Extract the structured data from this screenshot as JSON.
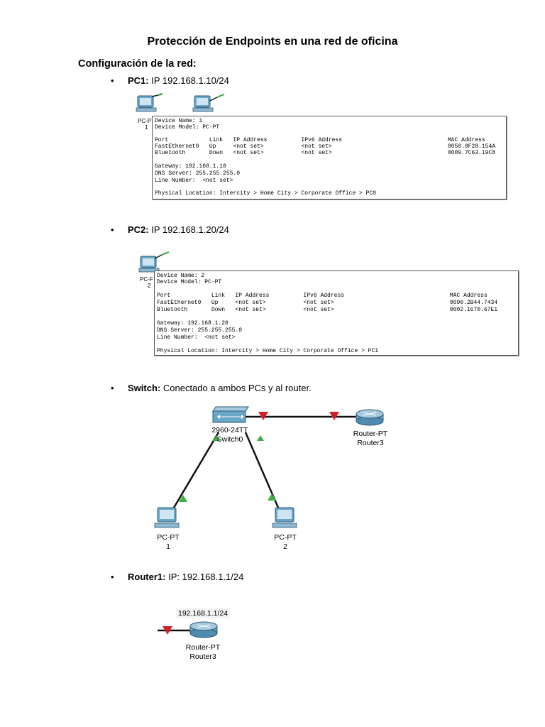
{
  "document": {
    "title": "Protección de Endpoints en una red de oficina",
    "section_heading": "Configuración de la red:"
  },
  "bullets": [
    {
      "label": "PC1:",
      "text": "IP 192.168.1.10/24"
    },
    {
      "label": "PC2:",
      "text": "IP 192.168.1.20/24"
    },
    {
      "label": "Switch:",
      "text": "Conectado a ambos PCs y al router."
    },
    {
      "label": "Router1:",
      "text": "IP: 192.168.1.1/24"
    }
  ],
  "pc1_panel": {
    "caption_a": "PC-PT",
    "caption_b": "1",
    "lines": [
      "Device Name: 1",
      "Device Model: PC-PT",
      "",
      "Port            Link   IP Address          IPv6 Address                               MAC Address",
      "FastEthernet0   Up     <not set>           <not set>                                  0050.0F28.154A",
      "Bluetooth       Down   <not set>           <not set>                                  0009.7C63.19C8",
      "",
      "Gateway: 192.168.1.10",
      "DNS Server: 255.255.255.0",
      "Line Number:  <not set>",
      "",
      "Physical Location: Intercity > Home City > Corporate Office > PC0"
    ]
  },
  "pc2_panel": {
    "caption_a": "PC-F",
    "caption_b": "2",
    "lines": [
      "Device Name: 2",
      "Device Model: PC-PT",
      "",
      "Port            Link   IP Address          IPv6 Address                               MAC Address",
      "FastEthernet0   Up     <not set>           <not set>                                  0090.2B44.7434",
      "Bluetooth       Down   <not set>           <not set>                                  0002.1670.67E1",
      "",
      "Gateway: 192.168.1.20",
      "DNS Server: 255.255.255.0",
      "Line Number:  <not set>",
      "",
      "Physical Location: Intercity > Home City > Corporate Office > PC1"
    ]
  },
  "topology": {
    "switch_model": "2960-24TT",
    "switch_name": "Switch0",
    "router_model": "Router-PT",
    "router_name": "Router3",
    "pc_left_model": "PC-PT",
    "pc_left_name": "1",
    "pc_right_model": "PC-PT",
    "pc_right_name": "2",
    "link_up_color": "#3cb043",
    "link_down_color": "#d0202a"
  },
  "router_section": {
    "ip_label": "192.168.1.1/24",
    "router_model": "Router-PT",
    "router_name": "Router3"
  }
}
